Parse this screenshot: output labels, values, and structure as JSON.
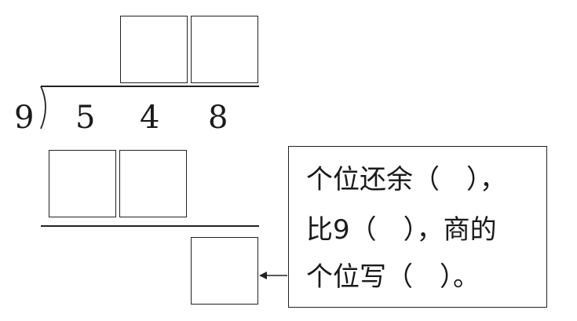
{
  "problem": {
    "divisor": "9",
    "dividend_digits": [
      "5",
      "4",
      "8"
    ]
  },
  "hint": {
    "lines": [
      "个位还余（　），",
      "比9（　），商的",
      "个位写（　）。"
    ]
  }
}
